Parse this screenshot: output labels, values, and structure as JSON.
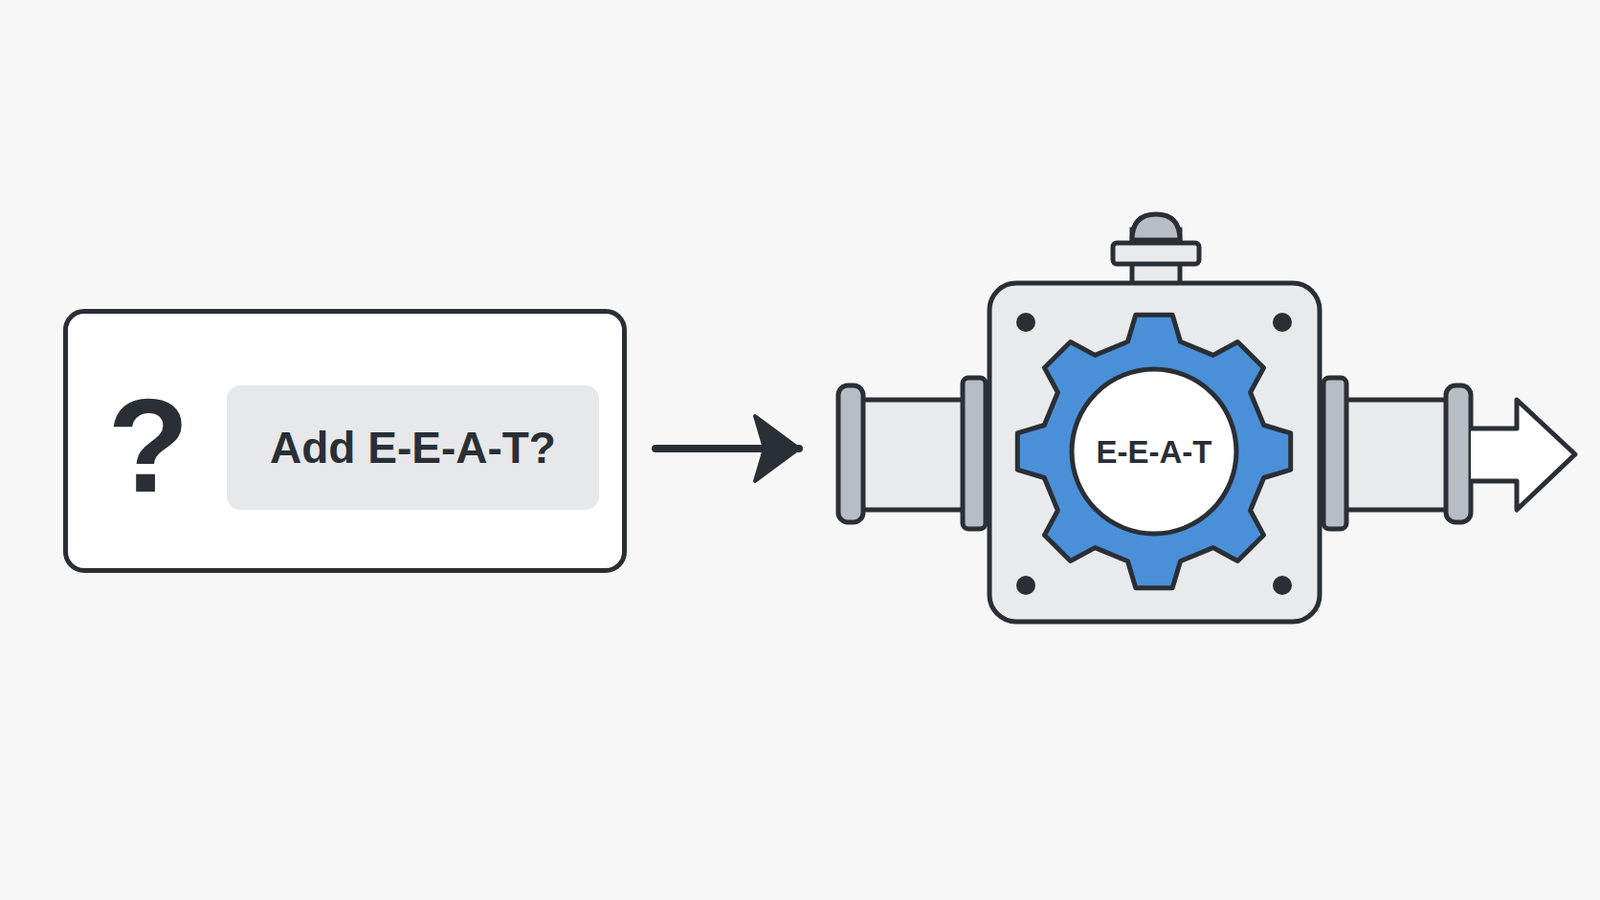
{
  "diagram": {
    "nodes": [
      {
        "text": [
          "?"
        ]
      },
      {
        "text": [
          "Add E-E-A-T?"
        ],
        "in": 0
      },
      {
        "text": [
          "E-E-A-T"
        ]
      }
    ],
    "edges": [
      {
        "from": 0,
        "to": 2,
        "arrow": "to"
      }
    ]
  }
}
